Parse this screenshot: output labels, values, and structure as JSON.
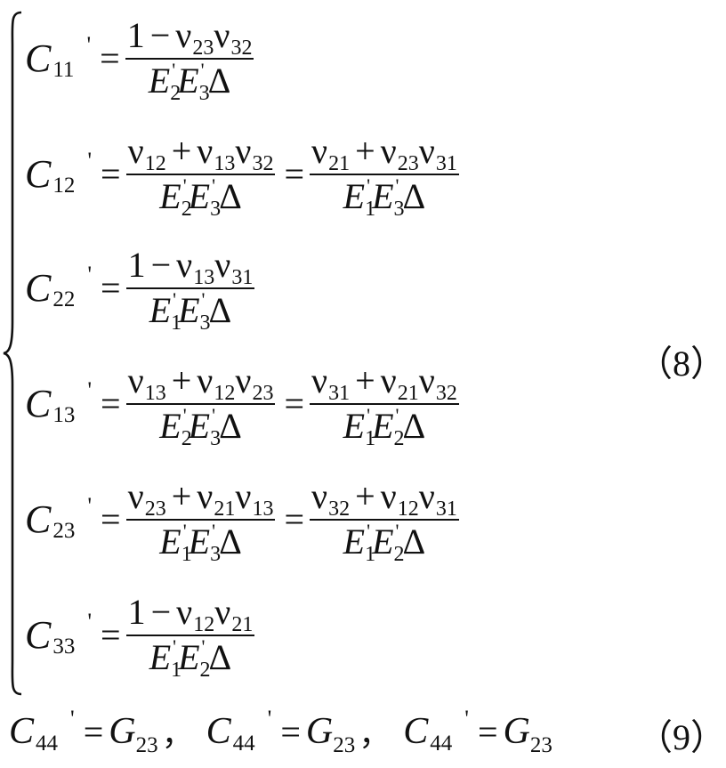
{
  "equation_numbers": {
    "eq8": "（8）",
    "eq9": "（9）"
  },
  "eq8_rows": [
    {
      "c": "C",
      "sub": "11",
      "prime": "'",
      "frac1": {
        "one": "1",
        "minus": "−",
        "nu_a": "ν",
        "nu_a_sub": "23",
        "nu_b": "ν",
        "nu_b_sub": "32",
        "E1": "E",
        "E1_sub": "2",
        "E2": "E",
        "E2_sub": "3",
        "delta": "Δ"
      }
    },
    {
      "c": "C",
      "sub": "12",
      "prime": "'",
      "frac1": {
        "nu_a": "ν",
        "nu_a_sub": "12",
        "plus": "+",
        "nu_b": "ν",
        "nu_b_sub": "13",
        "nu_c": "ν",
        "nu_c_sub": "32",
        "E1": "E",
        "E1_sub": "2",
        "E2": "E",
        "E2_sub": "3",
        "delta": "Δ"
      },
      "frac2": {
        "nu_a": "ν",
        "nu_a_sub": "21",
        "plus": "+",
        "nu_b": "ν",
        "nu_b_sub": "23",
        "nu_c": "ν",
        "nu_c_sub": "31",
        "E1": "E",
        "E1_sub": "1",
        "E2": "E",
        "E2_sub": "3",
        "delta": "Δ"
      }
    },
    {
      "c": "C",
      "sub": "22",
      "prime": "'",
      "frac1": {
        "one": "1",
        "minus": "−",
        "nu_a": "ν",
        "nu_a_sub": "13",
        "nu_b": "ν",
        "nu_b_sub": "31",
        "E1": "E",
        "E1_sub": "1",
        "E2": "E",
        "E2_sub": "3",
        "delta": "Δ"
      }
    },
    {
      "c": "C",
      "sub": "13",
      "prime": "'",
      "frac1": {
        "nu_a": "ν",
        "nu_a_sub": "13",
        "plus": "+",
        "nu_b": "ν",
        "nu_b_sub": "12",
        "nu_c": "ν",
        "nu_c_sub": "23",
        "E1": "E",
        "E1_sub": "2",
        "E2": "E",
        "E2_sub": "3",
        "delta": "Δ"
      },
      "frac2": {
        "nu_a": "ν",
        "nu_a_sub": "31",
        "plus": "+",
        "nu_b": "ν",
        "nu_b_sub": "21",
        "nu_c": "ν",
        "nu_c_sub": "32",
        "E1": "E",
        "E1_sub": "1",
        "E2": "E",
        "E2_sub": "2",
        "delta": "Δ"
      }
    },
    {
      "c": "C",
      "sub": "23",
      "prime": "'",
      "frac1": {
        "nu_a": "ν",
        "nu_a_sub": "23",
        "plus": "+",
        "nu_b": "ν",
        "nu_b_sub": "21",
        "nu_c": "ν",
        "nu_c_sub": "13",
        "E1": "E",
        "E1_sub": "1",
        "E2": "E",
        "E2_sub": "3",
        "delta": "Δ"
      },
      "frac2": {
        "nu_a": "ν",
        "nu_a_sub": "32",
        "plus": "+",
        "nu_b": "ν",
        "nu_b_sub": "12",
        "nu_c": "ν",
        "nu_c_sub": "31",
        "E1": "E",
        "E1_sub": "1",
        "E2": "E",
        "E2_sub": "2",
        "delta": "Δ"
      }
    },
    {
      "c": "C",
      "sub": "33",
      "prime": "'",
      "frac1": {
        "one": "1",
        "minus": "−",
        "nu_a": "ν",
        "nu_a_sub": "12",
        "nu_b": "ν",
        "nu_b_sub": "21",
        "E1": "E",
        "E1_sub": "1",
        "E2": "E",
        "E2_sub": "2",
        "delta": "Δ"
      }
    }
  ],
  "eq9_terms": [
    {
      "c": "C",
      "sub": "44",
      "prime": "'",
      "rhs": "G",
      "rhs_sub": "23",
      "sep": "，"
    },
    {
      "c": "C",
      "sub": "44",
      "prime": "'",
      "rhs": "G",
      "rhs_sub": "23",
      "sep": "，"
    },
    {
      "c": "C",
      "sub": "44",
      "prime": "'",
      "rhs": "G",
      "rhs_sub": "23",
      "sep": ""
    }
  ],
  "symbols": {
    "equals": "=",
    "E_prime": "'"
  }
}
